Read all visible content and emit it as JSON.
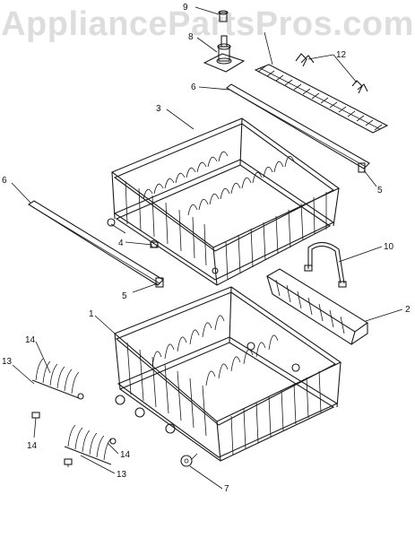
{
  "watermark": "AppliancePartsPros.com",
  "callouts": {
    "c9": "9",
    "c8": "8",
    "c12": "12",
    "c6_top": "6",
    "c6_left": "6",
    "c3": "3",
    "c5_right": "5",
    "c5_left": "5",
    "c4": "4",
    "c10": "10",
    "c2": "2",
    "c1": "1",
    "c14_a": "14",
    "c13_a": "13",
    "c14_b": "14",
    "c14_c": "14",
    "c13_b": "13",
    "c7": "7"
  }
}
